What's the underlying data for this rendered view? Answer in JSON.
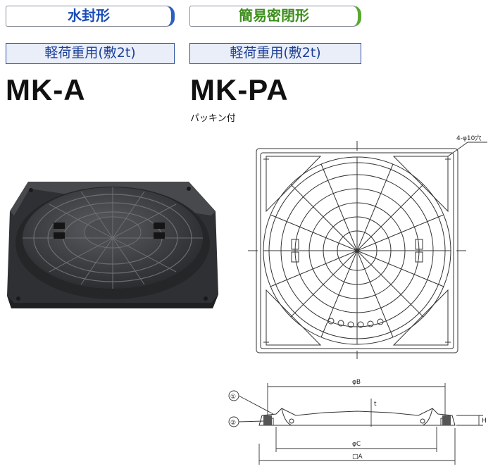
{
  "left_column": {
    "category": "水封形",
    "load": "軽荷重用(敷2t)",
    "model": "MK-A"
  },
  "right_column": {
    "category": "簡易密閉形",
    "load": "軽荷重用(敷2t)",
    "model": "MK-PA",
    "note": "パッキン付"
  },
  "drawing": {
    "hole_label": "4-φ10穴",
    "dim_b": "φB",
    "dim_c": "φC",
    "dim_a": "□A",
    "dim_h": "H",
    "dim_t": "t",
    "callout_1": "①",
    "callout_2": "②"
  },
  "colors": {
    "category_blue": "#1b4db5",
    "category_green": "#3e8f1d",
    "load_box_border": "#2e4fa0",
    "cover_dark": "#3a3b3d"
  }
}
